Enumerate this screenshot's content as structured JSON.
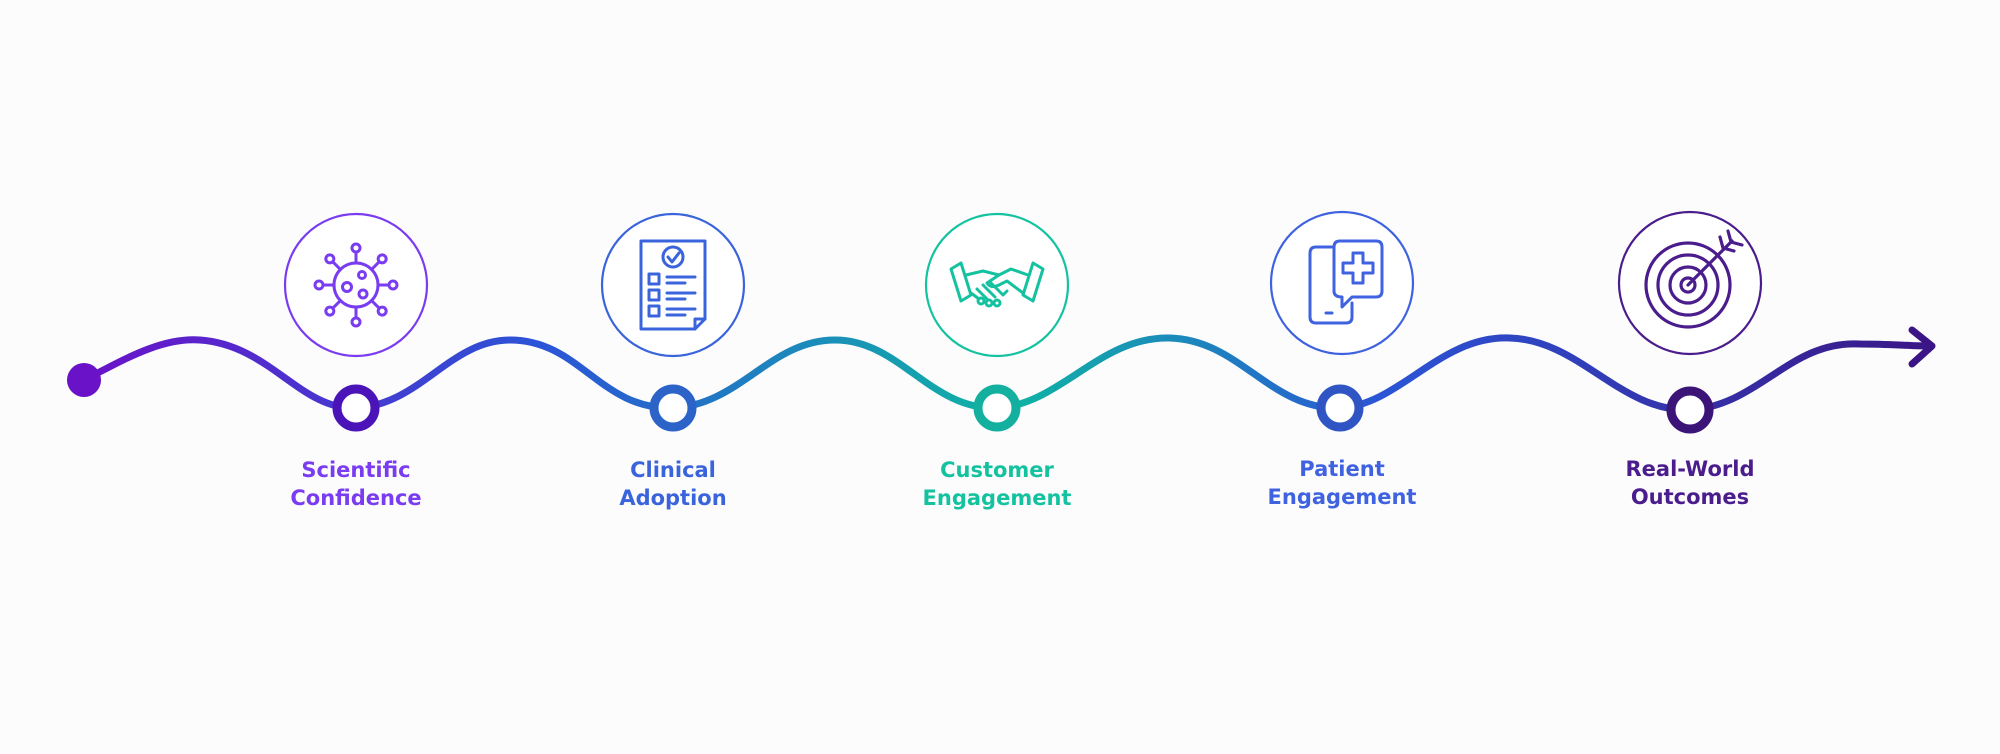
{
  "diagram": {
    "type": "timeline",
    "direction": "left-to-right",
    "gradient": [
      "#6a12c8",
      "#2b55d6",
      "#0fb4a4",
      "#2b55d6",
      "#3b1585"
    ],
    "stages": [
      {
        "line1": "Scientific",
        "line2": "Confidence",
        "icon": "virus-icon",
        "color": "#7a3cf0",
        "node_color": "#4a14b8"
      },
      {
        "line1": "Clinical",
        "line2": "Adoption",
        "icon": "clipboard-checklist-icon",
        "color": "#3a64dc",
        "node_color": "#2b63c8"
      },
      {
        "line1": "Customer",
        "line2": "Engagement",
        "icon": "handshake-icon",
        "color": "#14c2a0",
        "node_color": "#13b0a0"
      },
      {
        "line1": "Patient",
        "line2": "Engagement",
        "icon": "medical-chat-icon",
        "color": "#3f63e0",
        "node_color": "#2f55c4"
      },
      {
        "line1": "Real-World",
        "line2": "Outcomes",
        "icon": "target-icon",
        "color": "#4a1c8c",
        "node_color": "#3c1478"
      }
    ]
  }
}
